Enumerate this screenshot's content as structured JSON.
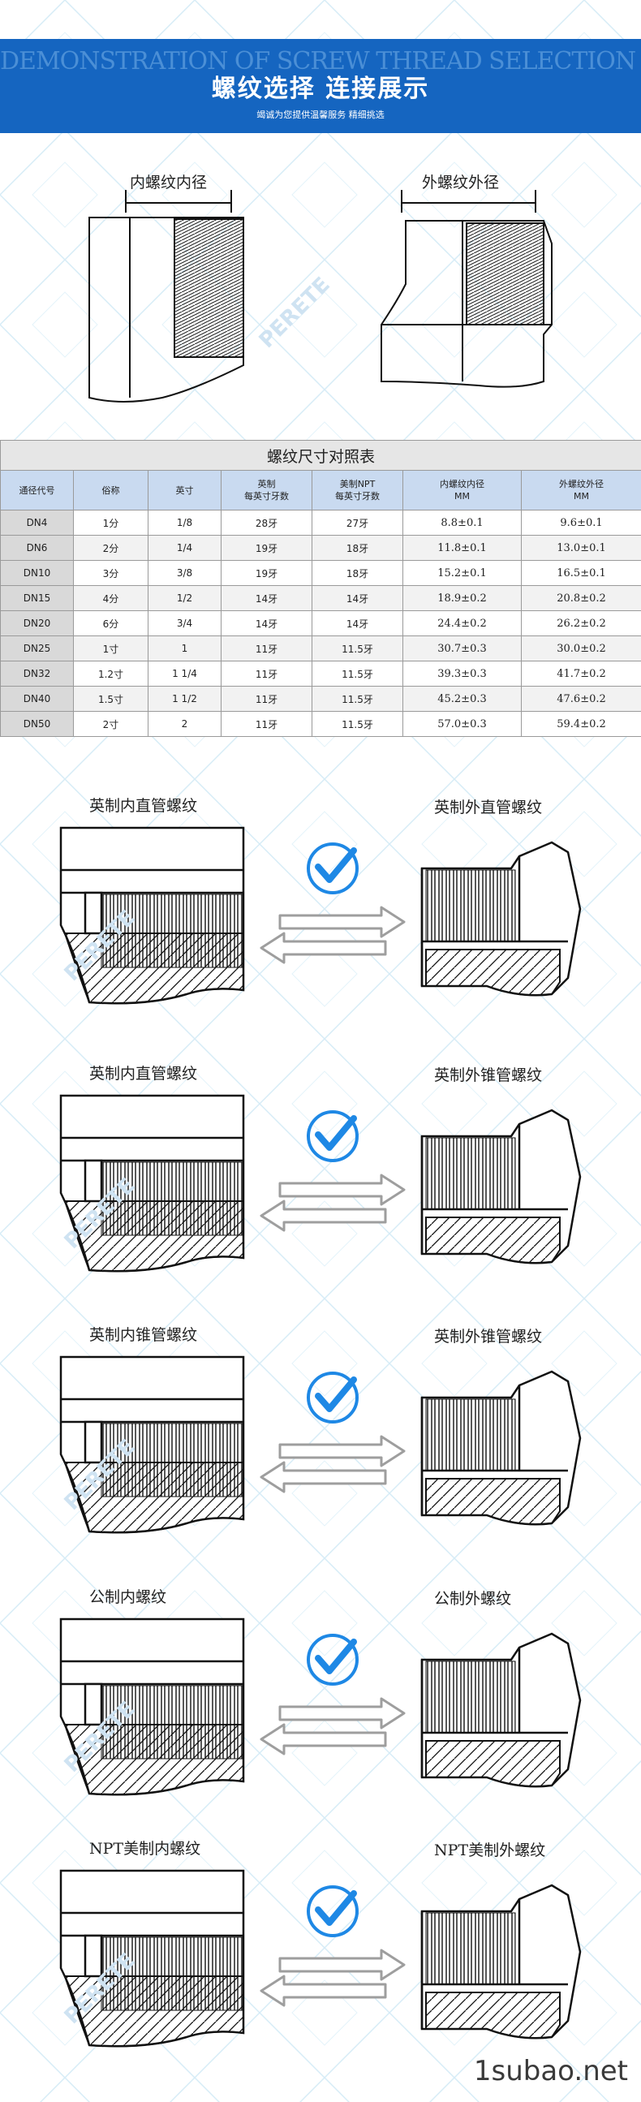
{
  "header": {
    "ghost_text": "DEMONSTRATION OF SCREW THREAD SELECTION EXAMPLES",
    "title": "螺纹选择  连接展示",
    "subtitle": "竭诚为您提供温馨服务 精细挑选"
  },
  "intro": {
    "inner_label": "内螺纹内径",
    "outer_label": "外螺纹外径",
    "logo_text": "PERETE"
  },
  "table": {
    "caption": "螺纹尺寸对照表",
    "headers": [
      "通径代号",
      "俗称",
      "英寸",
      "英制\n每英寸牙数",
      "美制NPT\n每英寸牙数",
      "内螺纹内径\nMM",
      "外螺纹外径\nMM"
    ],
    "rows": [
      [
        "DN4",
        "1分",
        "1/8",
        "28牙",
        "27牙",
        "8.8±0.1",
        "9.6±0.1"
      ],
      [
        "DN6",
        "2分",
        "1/4",
        "19牙",
        "18牙",
        "11.8±0.1",
        "13.0±0.1"
      ],
      [
        "DN10",
        "3分",
        "3/8",
        "19牙",
        "18牙",
        "15.2±0.1",
        "16.5±0.1"
      ],
      [
        "DN15",
        "4分",
        "1/2",
        "14牙",
        "14牙",
        "18.9±0.2",
        "20.8±0.2"
      ],
      [
        "DN20",
        "6分",
        "3/4",
        "14牙",
        "14牙",
        "24.4±0.2",
        "26.2±0.2"
      ],
      [
        "DN25",
        "1寸",
        "1",
        "11牙",
        "11.5牙",
        "30.7±0.3",
        "30.0±0.2"
      ],
      [
        "DN32",
        "1.2寸",
        "1 1/4",
        "11牙",
        "11.5牙",
        "39.3±0.3",
        "41.7±0.2"
      ],
      [
        "DN40",
        "1.5寸",
        "1 1/2",
        "11牙",
        "11.5牙",
        "45.2±0.3",
        "47.6±0.2"
      ],
      [
        "DN50",
        "2寸",
        "2",
        "11牙",
        "11.5牙",
        "57.0±0.3",
        "59.4±0.2"
      ]
    ]
  },
  "pairs": [
    {
      "left": "英制内直管螺纹",
      "right": "英制外直管螺纹"
    },
    {
      "left": "英制内直管螺纹",
      "right": "英制外锥管螺纹"
    },
    {
      "left": "英制内锥管螺纹",
      "right": "英制外锥管螺纹"
    },
    {
      "left": "公制内螺纹",
      "right": "公制外螺纹"
    },
    {
      "left": "NPT美制内螺纹",
      "right": "NPT美制外螺纹"
    }
  ],
  "watermark": "1subao.net",
  "colors": {
    "header_bg": "#1565c0",
    "check_blue": "#1e88e5",
    "arrow_grey": "#9e9e9e",
    "table_header": "#c9daf0"
  }
}
